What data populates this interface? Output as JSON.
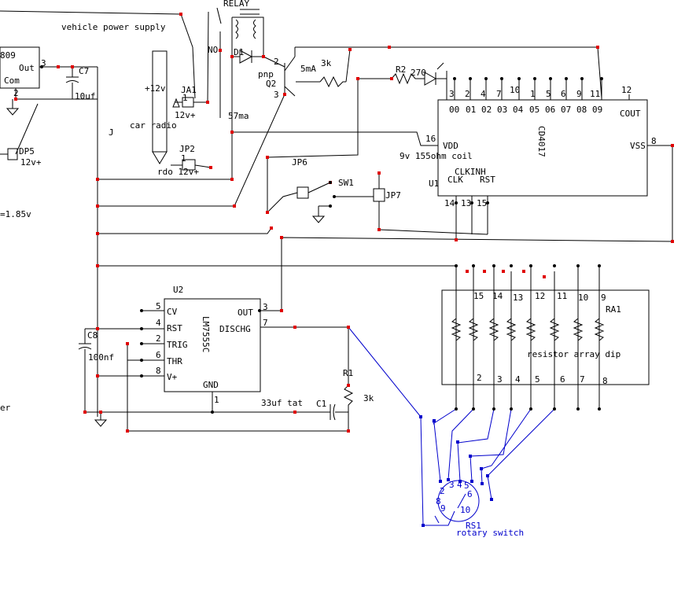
{
  "labels": {
    "vehicle_power_supply": "vehicle power supply",
    "relay": "RELAY",
    "no": "NO",
    "d1": "D1",
    "pnp": "pnp",
    "q2": "Q2",
    "ma5": "5mA",
    "r3k_top": "3k",
    "r2": "R2",
    "r270": "270",
    "reg_part": "809",
    "reg_out": "Out",
    "reg_com": "Com",
    "c7": "C7",
    "c7_val": "10uf",
    "j": "J",
    "plus12": "+12v",
    "ja1": "JA1",
    "ja1_v": "12v+",
    "car_radio": "car radio",
    "ma57": "57ma",
    "jp2": "JP2",
    "jp2_label": "rdo 12v+",
    "dp5": "DP5",
    "dp5_v": "12v+",
    "voltage": "=1.85v",
    "jp6": "JP6",
    "sw1": "SW1",
    "jp7": "JP7",
    "vdd": "VDD",
    "coil": "9v 155ohm coil",
    "clkinh": "CLKINH",
    "clk": "CLK",
    "rst": "RST",
    "u1": "U1",
    "cd4017": "CD4017",
    "cout": "COUT",
    "vss": "VSS",
    "u2": "U2",
    "cv": "CV",
    "rst2": "RST",
    "trig": "TRIG",
    "thr": "THR",
    "vplus": "V+",
    "gnd": "GND",
    "out": "OUT",
    "dischg": "DISCHG",
    "lm7555": "LM7555C",
    "c8": "C8",
    "c8_val": "100nf",
    "c1_val": "33uf tat",
    "c1": "C1",
    "r1": "R1",
    "r1_val": "3k",
    "ra1": "RA1",
    "res_array": "resistor array dip",
    "rs1": "RS1",
    "rotary_switch": "rotary switch",
    "er": "er"
  },
  "cd4017_outputs": [
    "00",
    "01",
    "02",
    "03",
    "04",
    "05",
    "06",
    "07",
    "08",
    "09"
  ],
  "cd4017_top_pins": [
    "3",
    "2",
    "4",
    "7",
    "10",
    "1",
    "5",
    "6",
    "9",
    "11",
    "12"
  ],
  "cd4017_misc_pins": {
    "vdd": "16",
    "vss": "8",
    "clk": "14",
    "inh": "13",
    "rst": "15"
  },
  "u2_pins": {
    "cv": "5",
    "rst": "4",
    "trig": "2",
    "thr": "6",
    "vplus": "8",
    "gnd": "1",
    "out": "3",
    "dischg": "7"
  },
  "ra1_top_pins": [
    "15",
    "14",
    "13",
    "12",
    "11",
    "10",
    "9"
  ],
  "ra1_bottom_pins": [
    "2",
    "3",
    "4",
    "5",
    "6",
    "7",
    "8"
  ],
  "rotary_pins": [
    "2",
    "3",
    "4",
    "5",
    "6",
    "8",
    "9",
    "10"
  ],
  "misc_pins": {
    "reg_out": "3",
    "reg_com": "2",
    "q2_b": "2",
    "q2_c": "3",
    "jp_pin": "1"
  },
  "colors": {
    "wire": "#000000",
    "node": "#e00000",
    "rotary": "#0000cc",
    "background": "#ffffff"
  }
}
